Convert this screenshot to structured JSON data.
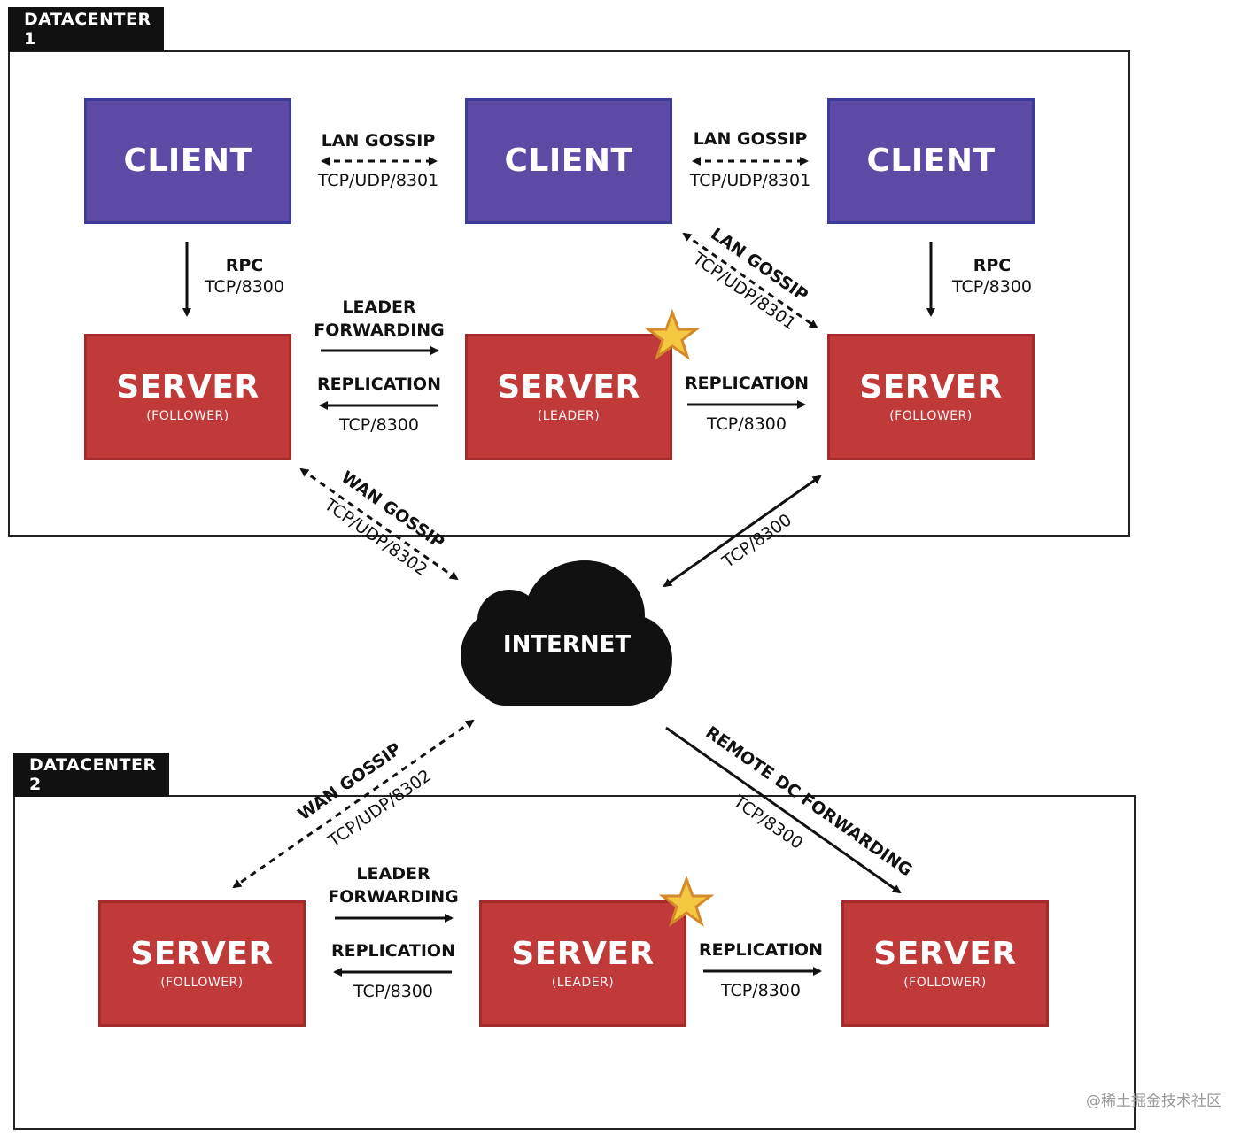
{
  "datacenters": [
    {
      "tab": "DATACENTER 1"
    },
    {
      "tab": "DATACENTER 2"
    }
  ],
  "nodes": {
    "client_title": "CLIENT",
    "server_title": "SERVER",
    "follower_role": "(FOLLOWER)",
    "leader_role": "(LEADER)"
  },
  "labels": {
    "lan_gossip": "LAN GOSSIP",
    "tcp_udp_8301": "TCP/UDP/8301",
    "rpc": "RPC",
    "tcp_8300": "TCP/8300",
    "leader": "LEADER",
    "forwarding": "FORWARDING",
    "replication": "REPLICATION",
    "wan_gossip": "WAN GOSSIP",
    "tcp_udp_8302": "TCP/UDP/8302",
    "remote_dc_forwarding": "REMOTE DC FORWARDING"
  },
  "internet": {
    "label": "INTERNET"
  },
  "watermark": "@稀土掘金技术社区",
  "colors": {
    "client": "#5d4aa4",
    "server": "#c13a3a",
    "star": "#f5c842",
    "frame": "#222222"
  }
}
